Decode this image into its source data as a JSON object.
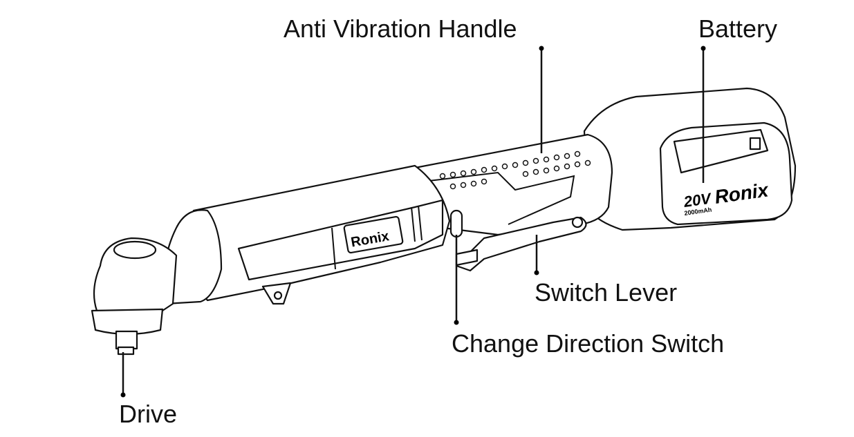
{
  "title": "Cordless Angle Impact Wrench parts diagram",
  "labels": {
    "handle": "Anti Vibration Handle",
    "battery": "Battery",
    "switch_lever": "Switch Lever",
    "direction_switch": "Change Direction Switch",
    "drive": "Drive"
  },
  "logos": {
    "brand": "Ronix",
    "battery_voltage": "20V",
    "battery_capacity": "2000mAh"
  }
}
